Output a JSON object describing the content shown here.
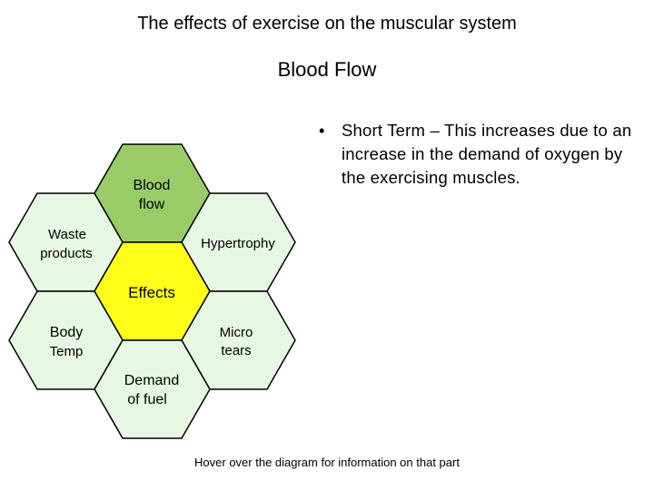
{
  "title": "The effects of exercise on the muscular system",
  "subtitle": "Blood Flow",
  "bullet": {
    "marker": "•",
    "text": "Short Term – This increases due to an increase in the demand of oxygen by the exercising muscles."
  },
  "footer": "Hover over the diagram for information on that part",
  "colors": {
    "hex_default": "#e6f8e3",
    "hex_selected": "#99cc66",
    "hex_center": "#ffff1a",
    "stroke": "#000000"
  },
  "hexagons": {
    "blood_flow": {
      "line1": "Blood",
      "line2": "flow"
    },
    "waste_products": {
      "line1": "Waste",
      "line2": "products"
    },
    "hypertrophy": {
      "line1": "Hypertrophy"
    },
    "effects": {
      "line1": "Effects"
    },
    "body_temp": {
      "line1": "Body",
      "line2": "Temp"
    },
    "micro_tears": {
      "line1": "Micro",
      "line2": "tears"
    },
    "demand_of_fuel": {
      "line1": "Demand",
      "line2": "of fuel"
    }
  }
}
